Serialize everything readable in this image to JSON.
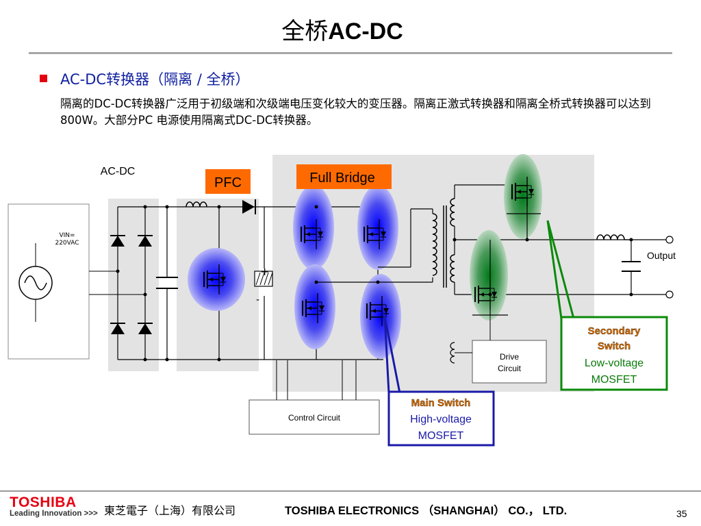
{
  "slide": {
    "title_cn": "全桥",
    "title_en": "AC-DC",
    "bullet": "AC-DC转换器（隔离 / 全桥）",
    "paragraph": "隔离的DC-DC转换器广泛用于初级端和次级端电压变化较大的变压器。隔离正激式转换器和隔离全桥式转换器可以达到800W。大部分PC 电源使用隔离式DC-DC转换器。"
  },
  "diagram": {
    "acdc_label": "AC-DC",
    "pfc_label": "PFC",
    "full_bridge_label": "Full Bridge",
    "vin_line1": "VIN=",
    "vin_line2": "220VAC",
    "output_label": "Output",
    "drive_line1": "Drive",
    "drive_line2": "Circuit",
    "control_label": "Control Circuit",
    "cap_plus": "+",
    "cap_minus": "-",
    "secondary": {
      "line1": "Secondary",
      "line2": "Switch",
      "line3": "Low-voltage",
      "line4": "MOSFET"
    },
    "main": {
      "line1": "Main Switch",
      "line2": "High-voltage",
      "line3": "MOSFET"
    }
  },
  "colors": {
    "orange": "#ff6a00",
    "primary_callout": "#1a1aa8",
    "secondary_callout": "#0a8a0a",
    "callout_text_orange": "#e07000",
    "grey_panel": "#e3e3e3"
  },
  "footer": {
    "logo": "TOSHIBA",
    "slogan": "Leading Innovation >>>",
    "company_cn": "東芝電子（上海）有限公司",
    "company_en": "TOSHIBA ELECTRONICS （SHANGHAI） CO.， LTD.",
    "page": "35"
  }
}
